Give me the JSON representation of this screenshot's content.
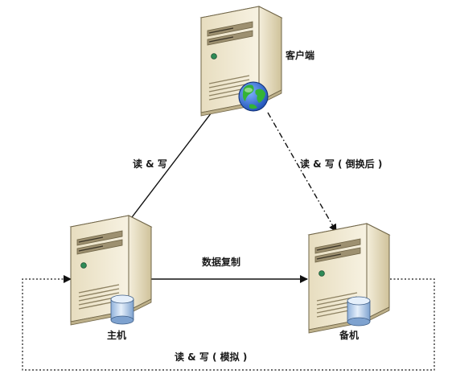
{
  "nodes": {
    "client": {
      "label": "客户端",
      "icon": "globe-icon"
    },
    "primary": {
      "label": "主机",
      "icon": "database-icon"
    },
    "standby": {
      "label": "备机",
      "icon": "database-icon"
    }
  },
  "edges": {
    "client_to_primary": {
      "label": "读 & 写",
      "style": "solid"
    },
    "client_to_standby": {
      "label": "读 & 写 ( 倒换后 )",
      "style": "dash-dot"
    },
    "primary_to_standby": {
      "label": "数据复制",
      "style": "solid"
    },
    "loop_simulated": {
      "label": "读 & 写 ( 模拟 )",
      "style": "dotted"
    }
  },
  "colors": {
    "server_body": "#ede4c8",
    "server_front": "#d9cda6",
    "server_outline": "#6f6446",
    "arrow": "#111111",
    "globe_ocean": "#2f6fd6",
    "globe_land": "#34b336",
    "cylinder": "#a8c4e4"
  }
}
